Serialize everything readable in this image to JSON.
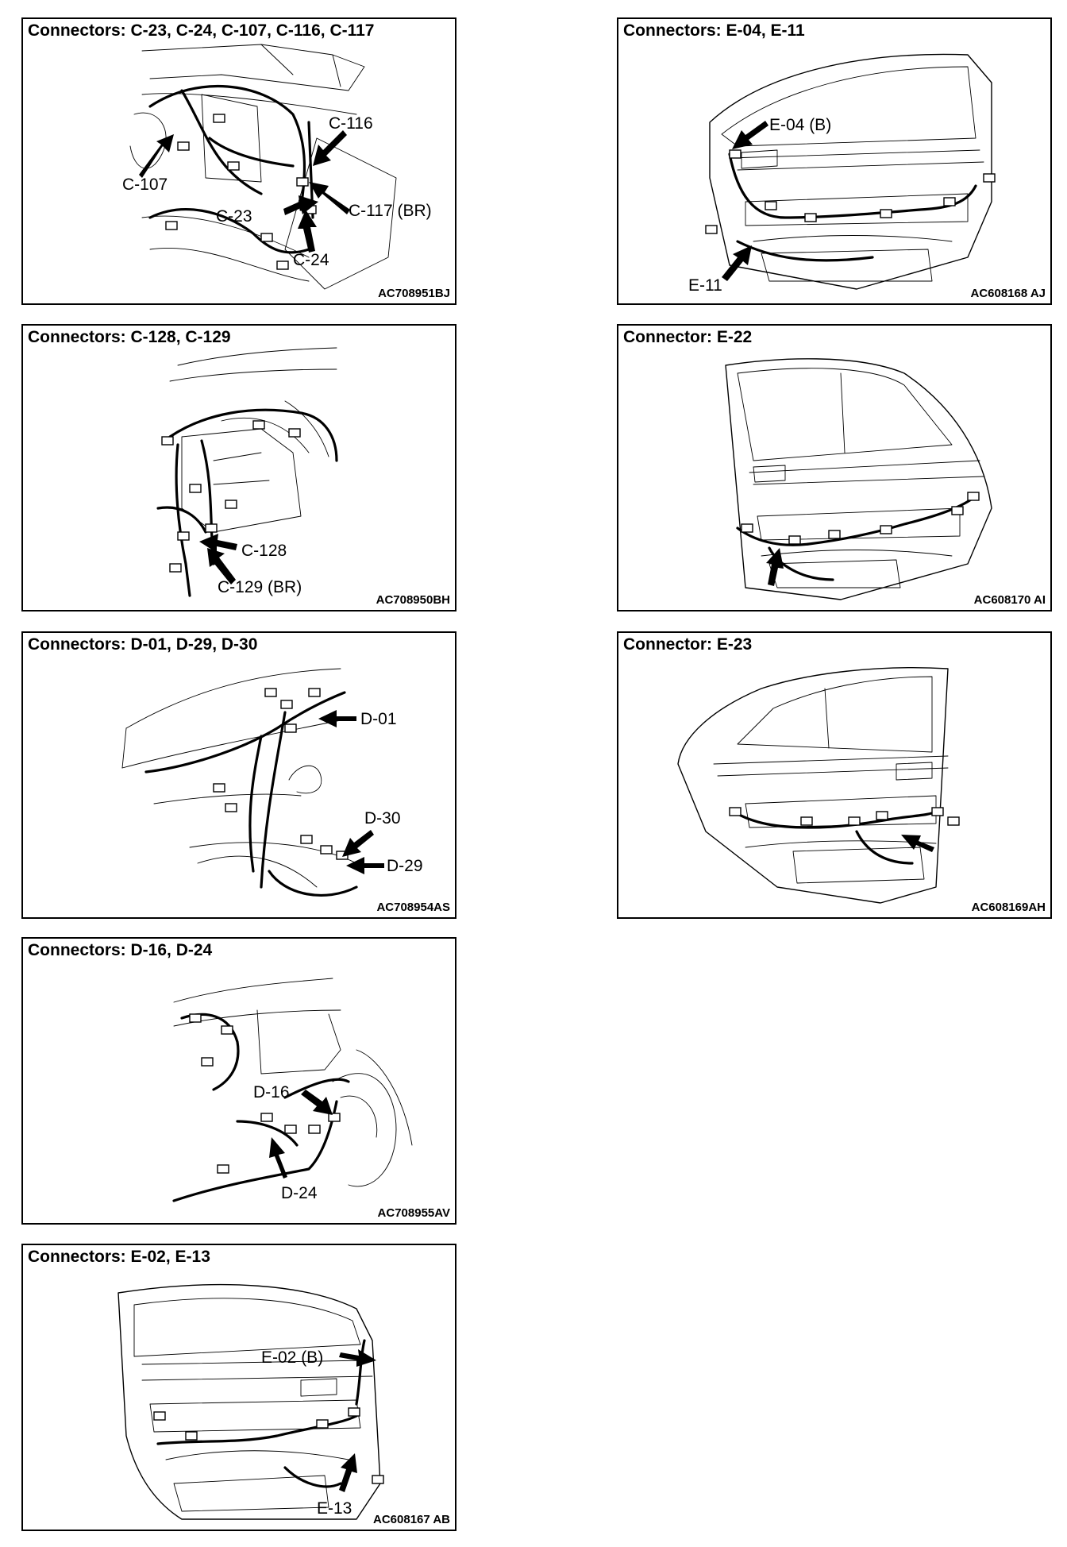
{
  "panels": [
    {
      "id": "c23",
      "title": "Connectors: C-23, C-24, C-107, C-116, C-117",
      "code": "AC708951BJ",
      "callouts": [
        "C-116",
        "C-107",
        "C-117 (BR)",
        "C-23",
        "C-24"
      ]
    },
    {
      "id": "c128",
      "title": "Connectors: C-128, C-129",
      "code": "AC708950BH",
      "callouts": [
        "C-128",
        "C-129 (BR)"
      ]
    },
    {
      "id": "d01",
      "title": "Connectors: D-01, D-29, D-30",
      "code": "AC708954AS",
      "callouts": [
        "D-01",
        "D-30",
        "D-29"
      ]
    },
    {
      "id": "d16",
      "title": "Connectors: D-16, D-24",
      "code": "AC708955AV",
      "callouts": [
        "D-16",
        "D-24"
      ]
    },
    {
      "id": "e02",
      "title": "Connectors: E-02, E-13",
      "code": "AC608167 AB",
      "callouts": [
        "E-02 (B)",
        "E-13"
      ]
    },
    {
      "id": "e04",
      "title": "Connectors: E-04, E-11",
      "code": "AC608168 AJ",
      "callouts": [
        "E-04 (B)",
        "E-11"
      ]
    },
    {
      "id": "e22",
      "title": "Connector: E-22",
      "code": "AC608170 AI",
      "callouts": []
    },
    {
      "id": "e23",
      "title": "Connector: E-23",
      "code": "AC608169AH",
      "callouts": []
    }
  ]
}
